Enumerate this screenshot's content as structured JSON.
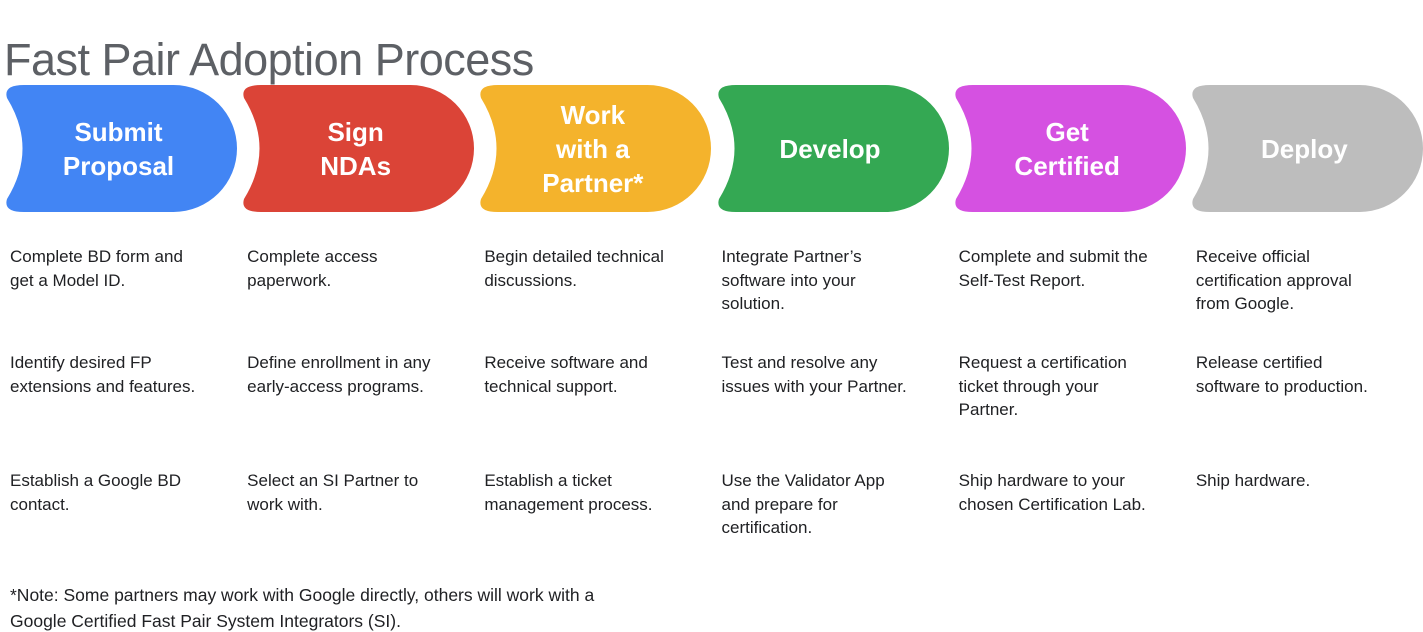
{
  "title": "Fast Pair Adoption Process",
  "steps": [
    {
      "label": "Submit\nProposal",
      "color": "#4285F4",
      "tasks": [
        "Complete BD form and get a Model ID.",
        "Identify desired FP extensions and features.",
        "Establish a Google BD contact."
      ]
    },
    {
      "label": "Sign\nNDAs",
      "color": "#DB4437",
      "tasks": [
        "Complete access paperwork.",
        "Define enrollment in any early-access programs.",
        "Select an SI Partner to work with."
      ]
    },
    {
      "label": "Work\nwith a\nPartner*",
      "color": "#F4B32C",
      "tasks": [
        "Begin detailed technical discussions.",
        "Receive software and technical support.",
        "Establish a ticket management process."
      ]
    },
    {
      "label": "Develop",
      "color": "#34A853",
      "tasks": [
        "Integrate Partner’s software into your solution.",
        "Test and resolve any issues with your Partner.",
        "Use the Validator App and prepare for certification."
      ]
    },
    {
      "label": "Get\nCertified",
      "color": "#D551E1",
      "tasks": [
        "Complete and submit the Self-Test Report.",
        "Request a certification ticket through your Partner.",
        "Ship hardware to your chosen Certification Lab."
      ]
    },
    {
      "label": "Deploy",
      "color": "#BDBDBD",
      "tasks": [
        "Receive official certification approval from Google.",
        "Release certified software to production.",
        "Ship hardware."
      ]
    }
  ],
  "footnote": "*Note: Some partners may work with Google directly, others will work with a\nGoogle Certified Fast Pair System Integrators (SI)."
}
